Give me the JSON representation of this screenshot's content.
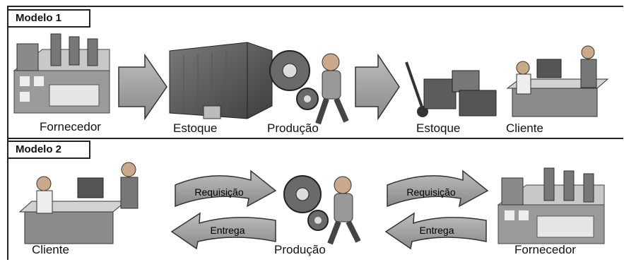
{
  "modelo1": {
    "title": "Modelo 1",
    "labels": [
      "Fornecedor",
      "Estoque",
      "Produção",
      "Estoque",
      "Cliente"
    ]
  },
  "modelo2": {
    "title": "Modelo 2",
    "labels": [
      "Cliente",
      "Produção",
      "Fornecedor"
    ],
    "arrows": [
      {
        "top": "Requisição",
        "bottom": "Entrega"
      },
      {
        "top": "Requisição",
        "bottom": "Entrega"
      }
    ]
  }
}
